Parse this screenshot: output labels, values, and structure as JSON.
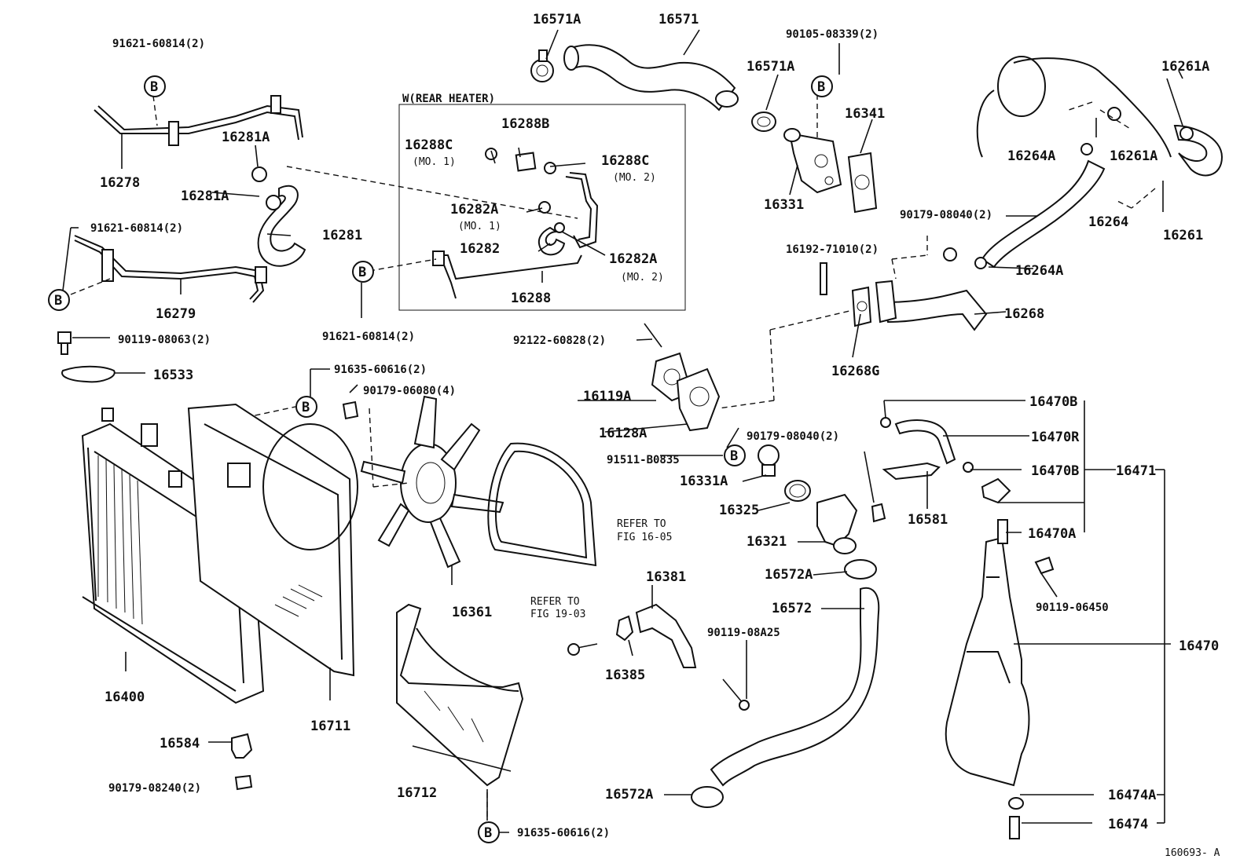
{
  "inset": {
    "title": "W(REAR HEATER)"
  },
  "reference": {
    "code": "160693- A"
  },
  "callout": "B",
  "labels": {
    "p16571A_a": "16571A",
    "p16571": "16571",
    "p90105": "90105-08339(2)",
    "p16571A_b": "16571A",
    "p16341": "16341",
    "p16331": "16331",
    "p16261A_a": "16261A",
    "p16261A_b": "16261A",
    "p16264A_a": "16264A",
    "p16264": "16264",
    "p16261": "16261",
    "p16264A_b": "16264A",
    "p90179_08040a": "90179-08040(2)",
    "p16192": "16192-71010(2)",
    "p16268": "16268",
    "p16268G": "16268G",
    "p91621_top": "91621-60814(2)",
    "p16278": "16278",
    "p16281A_a": "16281A",
    "p16281A_b": "16281A",
    "p16281": "16281",
    "p91621_mid": "91621-60814(2)",
    "p16279": "16279",
    "p90119_08063": "90119-08063(2)",
    "p16533": "16533",
    "p16288B": "16288B",
    "p16288C_a": "16288C",
    "mo1_a": "(MO. 1)",
    "p16288C_b": "16288C",
    "mo2_a": "(MO. 2)",
    "p16282A_a": "16282A",
    "mo1_b": "(MO. 1)",
    "p16282": "16282",
    "p16282A_b": "16282A",
    "mo2_b": "(MO. 2)",
    "p16288": "16288",
    "p91621_bot": "91621-60814(2)",
    "p92122": "92122-60828(2)",
    "p16119A": "16119A",
    "p16128A": "16128A",
    "p91511": "91511-B0835",
    "p90179_08040b": "90179-08040(2)",
    "p16331A": "16331A",
    "p16325": "16325",
    "p16321": "16321",
    "p16572A_a": "16572A",
    "p16572": "16572",
    "p16572A_b": "16572A",
    "p91635_top": "91635-60616(2)",
    "p90179_06080": "90179-06080(4)",
    "p16361": "16361",
    "refer1_a": "REFER TO",
    "refer1_b": "FIG 16-05",
    "refer2_a": "REFER TO",
    "refer2_b": "FIG 19-03",
    "p16381": "16381",
    "p16385": "16385",
    "p90119_08A25": "90119-08A25",
    "p16400": "16400",
    "p16711": "16711",
    "p16712": "16712",
    "p16584": "16584",
    "p90179_08240": "90179-08240(2)",
    "p91635_bot": "91635-60616(2)",
    "p16470B_a": "16470B",
    "p16470R": "16470R",
    "p16470B_b": "16470B",
    "p16471": "16471",
    "p16581": "16581",
    "p16470A": "16470A",
    "p90119_06450": "90119-06450",
    "p16470": "16470",
    "p16474A": "16474A",
    "p16474": "16474"
  }
}
